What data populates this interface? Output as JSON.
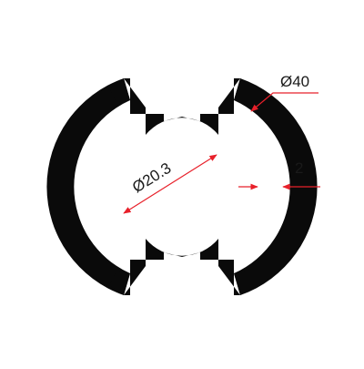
{
  "drawing": {
    "outer_diameter_label": "Ø40",
    "inner_diameter_label": "Ø20.3",
    "wall_thickness_label": "2"
  },
  "colors": {
    "profile": "#0a0a0a",
    "dimension_line": "#e8202a",
    "label": "#1a1a1a",
    "background": "#ffffff"
  }
}
